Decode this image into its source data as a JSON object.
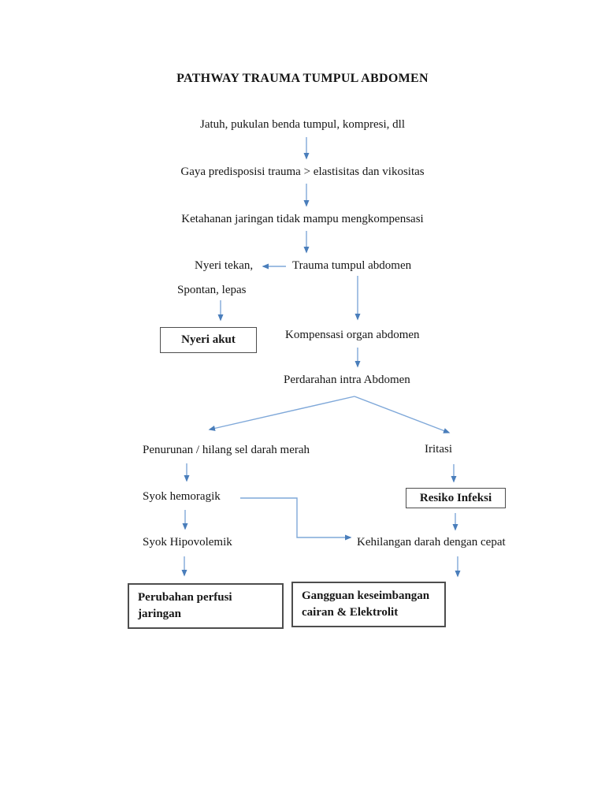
{
  "title": "PATHWAY TRAUMA TUMPUL ABDOMEN",
  "nodes": {
    "trigger": "Jatuh, pukulan benda tumpul, kompresi, dll",
    "force": "Gaya predisposisi trauma > elastisitas dan vikositas",
    "tissue": "Ketahanan jaringan tidak mampu mengkompensasi",
    "nyeri_tekan": "Nyeri tekan,",
    "trauma": "Trauma tumpul abdomen",
    "spontan": "Spontan, lepas",
    "nyeri_akut": "Nyeri akut",
    "kompensasi": "Kompensasi organ abdomen",
    "perdarahan": "Perdarahan intra Abdomen",
    "penurunan": "Penurunan / hilang sel darah merah",
    "iritasi": "Iritasi",
    "syok_hemoragik": "Syok hemoragik",
    "resiko_infeksi": "Resiko Infeksi",
    "syok_hipovolemik": "Syok Hipovolemik",
    "kehilangan": "Kehilangan darah dengan cepat",
    "perubahan_perfusi": "Perubahan perfusi jaringan",
    "gangguan_keseimbangan": "Gangguan keseimbangan cairan & Elektrolit"
  },
  "colors": {
    "background": "#ffffff",
    "text": "#161616",
    "connector_line": "#7fa8d9",
    "connector_head": "#4a7ebb",
    "box_border": "#4d4d4d"
  }
}
